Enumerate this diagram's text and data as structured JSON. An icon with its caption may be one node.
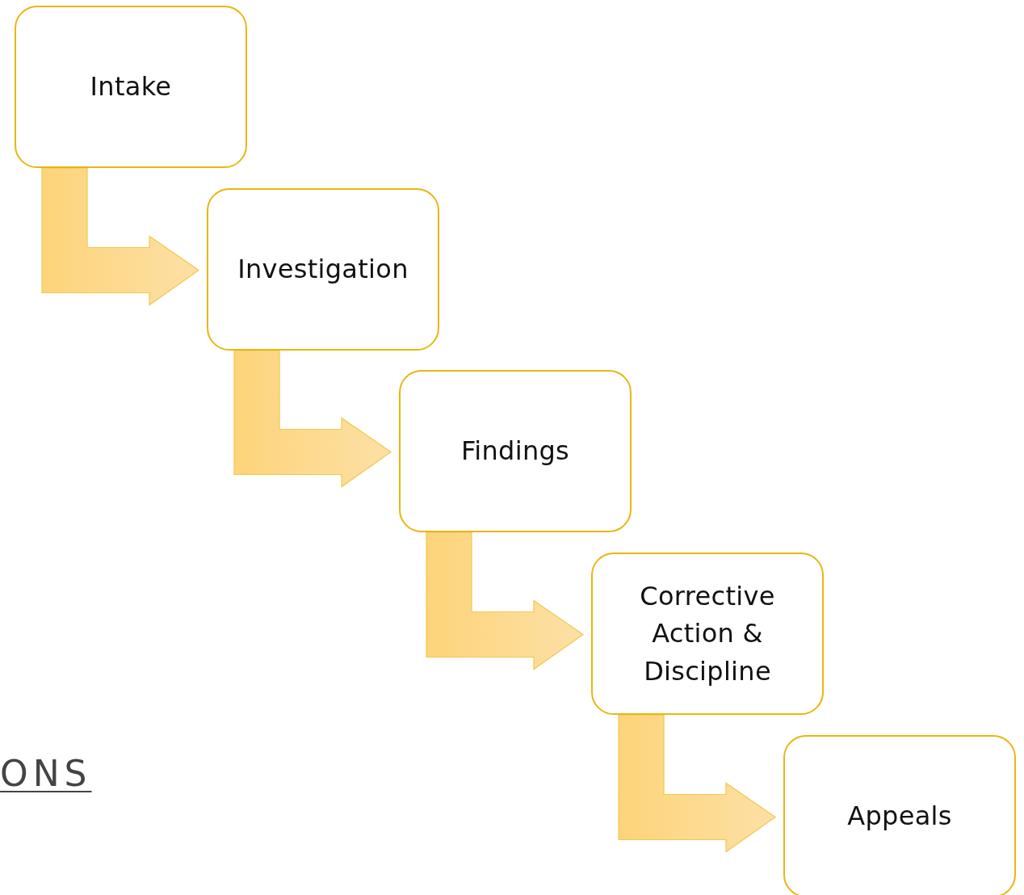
{
  "diagram": {
    "nodes": [
      {
        "text": [
          "Intake"
        ]
      },
      {
        "text": [
          "Investigation"
        ]
      },
      {
        "text": [
          "Findings"
        ]
      },
      {
        "text": [
          "Corrective Action & Discipline"
        ]
      },
      {
        "text": [
          "Appeals"
        ]
      }
    ],
    "edges": [
      {
        "from": 0,
        "to": 1,
        "arrow": "to"
      },
      {
        "from": 1,
        "to": 2,
        "arrow": "to"
      },
      {
        "from": 2,
        "to": 3,
        "arrow": "to"
      },
      {
        "from": 3,
        "to": 4,
        "arrow": "to"
      }
    ],
    "labels": [
      "ONS"
    ]
  }
}
